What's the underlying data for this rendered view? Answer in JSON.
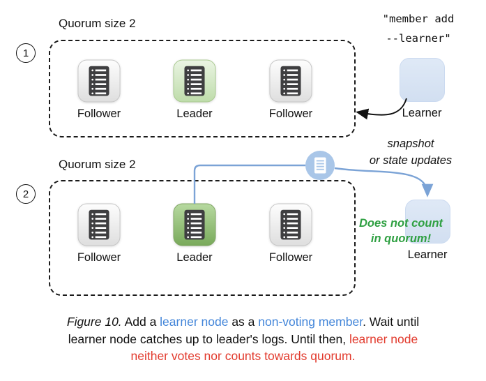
{
  "section1": {
    "badge": "1",
    "quorum_label": "Quorum size 2",
    "nodes": [
      {
        "label": "Follower"
      },
      {
        "label": "Leader"
      },
      {
        "label": "Follower"
      }
    ],
    "command": {
      "line1": "\"member add",
      "line2": "--learner\""
    },
    "learner_label": "Learner"
  },
  "section2": {
    "badge": "2",
    "quorum_label": "Quorum size 2",
    "nodes": [
      {
        "label": "Follower"
      },
      {
        "label": "Leader"
      },
      {
        "label": "Follower"
      }
    ],
    "flow_annotation": {
      "line1": "snapshot",
      "line2": "or state updates"
    },
    "learner_label": "Learner",
    "note": {
      "line1": "Does not count",
      "line2": "in quorum!"
    }
  },
  "caption": {
    "figure_label": "Figure 10.",
    "text_1": " Add a ",
    "highlight_1": "learner node",
    "text_2": " as a ",
    "highlight_2": "non-voting member",
    "text_3": ". Wait until",
    "line2_text": "learner node catches up to leader's logs. Until then, ",
    "line2_red": "learner node",
    "line3_red": "neither votes nor counts towards quorum."
  },
  "colors": {
    "highlight_blue": "#4285d9",
    "alert_red": "#e23b2e",
    "note_green": "#2fa042",
    "arrow_blue": "#7ba3d6",
    "learner_fill": "#d9e4f4",
    "leader_light_green": "#cfe6bd",
    "leader_strong_green": "#8fbe72",
    "follower_gray": "#ececec"
  }
}
